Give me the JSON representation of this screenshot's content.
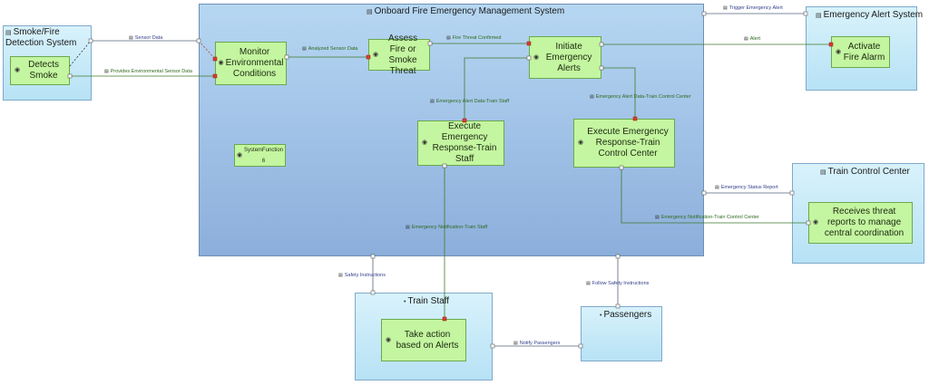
{
  "blocks": {
    "smoke": "Smoke/Fire Detection System",
    "onboard": "Onboard Fire Emergency Management System",
    "alert_sys": "Emergency Alert System",
    "tcc": "Train Control Center",
    "staff": "Train Staff",
    "passengers": "Passengers"
  },
  "functions": {
    "detects": "Detects Smoke",
    "monitor": "Monitor Environmental Conditions",
    "assess": "Assess Fire or Smoke Threat",
    "initiate": "Initiate Emergency Alerts",
    "activate": "Activate Fire Alarm",
    "staff_resp": "Execute Emergency Response-Train Staff",
    "tcc_resp": "Execute Emergency Response-Train Control Center",
    "sysfn6": "SystemFunction 6",
    "receives": "Receives threat reports to manage central coordination",
    "take_action": "Take action based on Alerts"
  },
  "flows": {
    "sensor_data": "Sensor Data",
    "provides_env": "Provides Environmental Sensor Data",
    "analyzed": "Analyzed Sensor Data",
    "confirmed": "Fire Threat Confirmed",
    "trigger": "Trigger Emergency Alert",
    "alert": "Alert",
    "alert_staff": "Emergency Alert Data-Train Staff",
    "alert_tcc": "Emergency Alert Data-Train Control Center",
    "status_report": "Emergency Status Report",
    "notif_tcc": "Emergency Notification-Train Control Center",
    "notif_staff": "Emergency Notification-Train Staff",
    "safety": "Safety Instructions",
    "follow": "Follow Safety Instructions",
    "notify_pass": "Notify Passengers"
  }
}
